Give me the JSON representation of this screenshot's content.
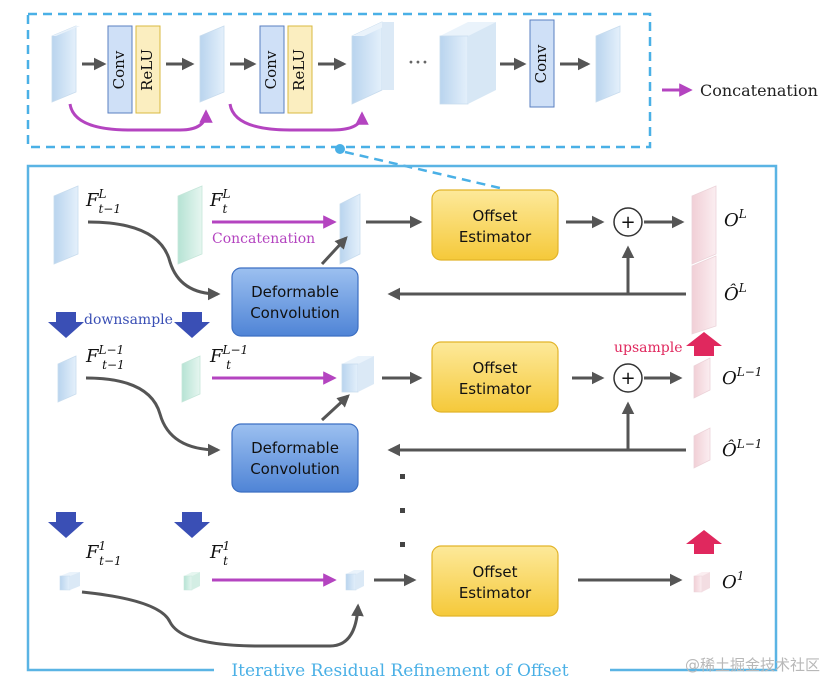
{
  "top_panel": {
    "conv_label": "Conv",
    "relu_label": "ReLU",
    "ellipsis": "···",
    "legend_label": "Concatenation"
  },
  "main_panel": {
    "title": "Iterative Residual Refinement of Offset",
    "concat_label": "Concatenation",
    "downsample_label": "downsample",
    "upsample_label": "upsample",
    "offset_estimator_line1": "Offset",
    "offset_estimator_line2": "Estimator",
    "deformable_line1": "Deformable",
    "deformable_line2": "Convolution",
    "plus_symbol": "+",
    "levels": [
      {
        "f_prev_base": "F",
        "f_prev_sup": "L",
        "f_prev_sub": "t−1",
        "f_cur_base": "F",
        "f_cur_sup": "L",
        "f_cur_sub": "t",
        "o_base": "O",
        "o_sup": "L",
        "ohat_base": "Ô",
        "ohat_sup": "L"
      },
      {
        "f_prev_base": "F",
        "f_prev_sup": "L−1",
        "f_prev_sub": "t−1",
        "f_cur_base": "F",
        "f_cur_sup": "L−1",
        "f_cur_sub": "t",
        "o_base": "O",
        "o_sup": "L−1",
        "ohat_base": "Ô",
        "ohat_sup": "L−1"
      },
      {
        "f_prev_base": "F",
        "f_prev_sup": "1",
        "f_prev_sub": "t−1",
        "f_cur_base": "F",
        "f_cur_sup": "1",
        "f_cur_sub": "t",
        "o_base": "O",
        "o_sup": "1"
      }
    ]
  },
  "watermark": "@稀土掘金技术社区",
  "colors": {
    "dashed_border": "#4ab0e6",
    "panel_border": "#5ab4e4",
    "concat_arrow": "#b444c0",
    "gray_arrow": "#555555",
    "down_arrow": "#3a4fb5",
    "up_arrow": "#e0285e",
    "conv_fill": "#cfe0f7",
    "relu_fill": "#fbeec0",
    "offset_fill": "#f9d64a",
    "deform_fill": "#6d9de0"
  }
}
